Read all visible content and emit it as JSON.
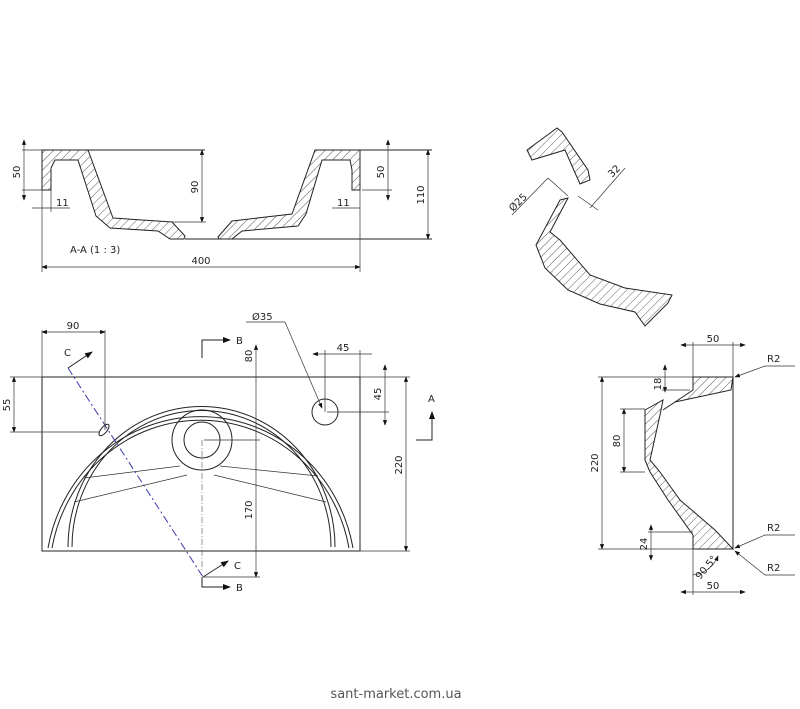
{
  "section_aa": {
    "label": "A-A  (1 : 3)",
    "dims": {
      "rim_height": "50",
      "depth": "90",
      "wall_left": "11",
      "rim_height_right": "50",
      "wall_right": "11",
      "total_height": "110",
      "width": "400"
    }
  },
  "section_cc": {
    "dims": {
      "diameter": "Ø25",
      "gap": "32"
    }
  },
  "plan_view": {
    "dims": {
      "overflow_x": "90",
      "overflow_y": "55",
      "tap_hole": "Ø35",
      "tap_x": "45",
      "tap_y": "45",
      "drain_top": "80",
      "drain_bottom": "170",
      "depth": "220"
    },
    "section_marks": {
      "b_top": "B",
      "b_bottom": "B",
      "c_top": "C",
      "c_bottom": "C",
      "a_side": "A"
    },
    "colors": {
      "section_line": "#3a3aa8"
    }
  },
  "section_bb": {
    "dims": {
      "top_width": "50",
      "bottom_width": "50",
      "height": "220",
      "drain": "80",
      "rim_top": "18",
      "rim_bottom": "24",
      "angle": "90.5°",
      "radius_top": "R2",
      "radius_bottom1": "R2",
      "radius_bottom2": "R2"
    }
  },
  "footer": {
    "watermark": "sant-market.com.ua"
  }
}
